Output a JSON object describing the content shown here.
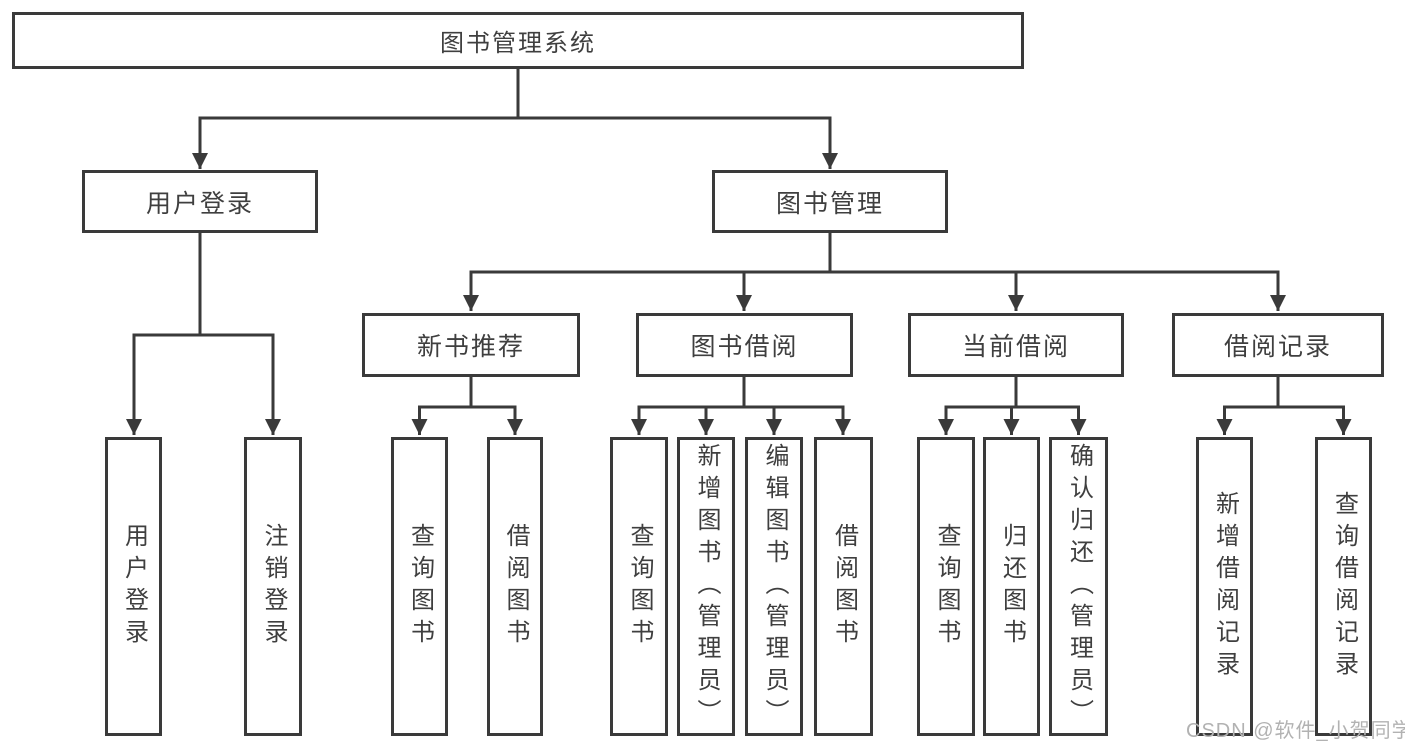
{
  "diagram": {
    "root": {
      "label": "图书管理系统"
    },
    "level2": [
      {
        "label": "用户登录",
        "children": [
          {
            "label": "用户登录"
          },
          {
            "label": "注销登录"
          }
        ]
      },
      {
        "label": "图书管理",
        "children": [
          {
            "label": "新书推荐",
            "children": [
              {
                "label": "查询图书"
              },
              {
                "label": "借阅图书"
              }
            ]
          },
          {
            "label": "图书借阅",
            "children": [
              {
                "label": "查询图书"
              },
              {
                "label": "新增图书（管理员）"
              },
              {
                "label": "编辑图书（管理员）"
              },
              {
                "label": "借阅图书"
              }
            ]
          },
          {
            "label": "当前借阅",
            "children": [
              {
                "label": "查询图书"
              },
              {
                "label": "归还图书"
              },
              {
                "label": "确认归还（管理员）"
              }
            ]
          },
          {
            "label": "借阅记录",
            "children": [
              {
                "label": "新增借阅记录"
              },
              {
                "label": "查询借阅记录"
              }
            ]
          }
        ]
      }
    ]
  },
  "watermark": {
    "text": "CSDN @软件_小贺同学"
  },
  "colors": {
    "line": "#3a3a3a",
    "text": "#3f3f3f",
    "box_background": "#ffffff",
    "page_background": "#ffffff",
    "watermark": "#b2b2b2"
  }
}
